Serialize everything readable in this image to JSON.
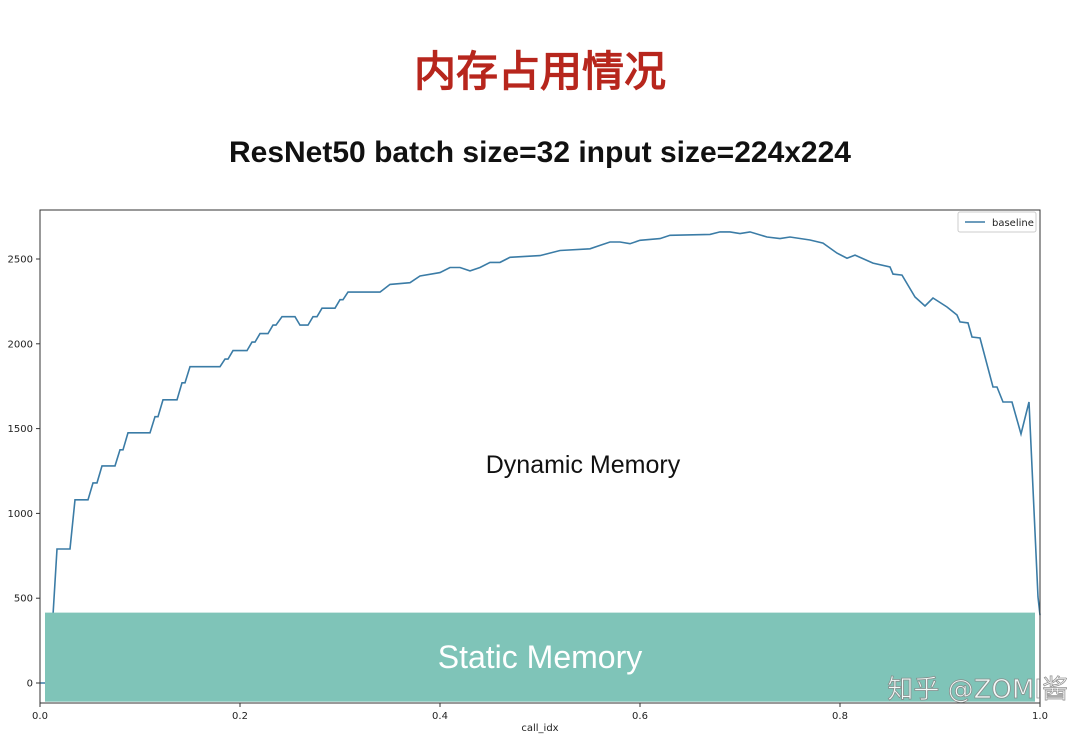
{
  "title": "内存占用情况",
  "subtitle": "ResNet50  batch size=32  input size=224x224",
  "watermark": "知乎 @ZOMI酱",
  "colors": {
    "title": "#b7261d",
    "line": "#3b7ca6",
    "static_block": "#7fc4b8"
  },
  "chart_data": {
    "type": "line",
    "xlabel": "call_idx",
    "ylabel": "",
    "xlim": [
      0.0,
      1.0
    ],
    "ylim": [
      -120,
      2750
    ],
    "xticks": [
      "0.0",
      "0.2",
      "0.4",
      "0.6",
      "0.8",
      "1.0"
    ],
    "yticks": [
      "0",
      "500",
      "1000",
      "1500",
      "2000",
      "2500"
    ],
    "legend": {
      "placement": "top-right",
      "entries": [
        "baseline"
      ]
    },
    "annotations": {
      "dynamic": "Dynamic Memory",
      "static": "Static Memory"
    },
    "static_block": {
      "x_range": [
        0.005,
        0.995
      ],
      "y_range": [
        -110,
        415
      ]
    },
    "series": [
      {
        "name": "baseline",
        "x": [
          0.0,
          0.008,
          0.013,
          0.017,
          0.03,
          0.035,
          0.048,
          0.053,
          0.057,
          0.062,
          0.075,
          0.08,
          0.083,
          0.088,
          0.11,
          0.115,
          0.118,
          0.123,
          0.137,
          0.142,
          0.145,
          0.15,
          0.18,
          0.185,
          0.188,
          0.193,
          0.207,
          0.212,
          0.215,
          0.22,
          0.228,
          0.233,
          0.236,
          0.242,
          0.255,
          0.26,
          0.268,
          0.273,
          0.277,
          0.282,
          0.295,
          0.3,
          0.303,
          0.308,
          0.34,
          0.35,
          0.37,
          0.38,
          0.4,
          0.41,
          0.42,
          0.43,
          0.44,
          0.45,
          0.46,
          0.47,
          0.5,
          0.52,
          0.55,
          0.56,
          0.57,
          0.58,
          0.59,
          0.6,
          0.62,
          0.63,
          0.67,
          0.68,
          0.69,
          0.7,
          0.71,
          0.727,
          0.74,
          0.75,
          0.77,
          0.783,
          0.797,
          0.807,
          0.815,
          0.833,
          0.85,
          0.853,
          0.862,
          0.875,
          0.885,
          0.893,
          0.907,
          0.917,
          0.92,
          0.928,
          0.932,
          0.94,
          0.953,
          0.957,
          0.963,
          0.972,
          0.981,
          0.989,
          0.998,
          1.0
        ],
        "y": [
          0,
          0,
          400,
          790,
          790,
          1080,
          1080,
          1180,
          1180,
          1280,
          1280,
          1375,
          1375,
          1475,
          1475,
          1570,
          1570,
          1670,
          1670,
          1770,
          1770,
          1865,
          1865,
          1910,
          1910,
          1960,
          1960,
          2010,
          2010,
          2060,
          2060,
          2110,
          2110,
          2160,
          2160,
          2110,
          2110,
          2160,
          2160,
          2210,
          2210,
          2260,
          2260,
          2305,
          2305,
          2350,
          2360,
          2400,
          2420,
          2450,
          2450,
          2430,
          2450,
          2480,
          2480,
          2510,
          2520,
          2550,
          2560,
          2580,
          2600,
          2600,
          2590,
          2610,
          2620,
          2640,
          2645,
          2660,
          2660,
          2650,
          2660,
          2630,
          2620,
          2630,
          2612,
          2594,
          2535,
          2505,
          2523,
          2476,
          2453,
          2411,
          2405,
          2276,
          2223,
          2270,
          2217,
          2170,
          2129,
          2123,
          2040,
          2034,
          1745,
          1745,
          1657,
          1657,
          1468,
          1657,
          507,
          400
        ]
      }
    ]
  }
}
